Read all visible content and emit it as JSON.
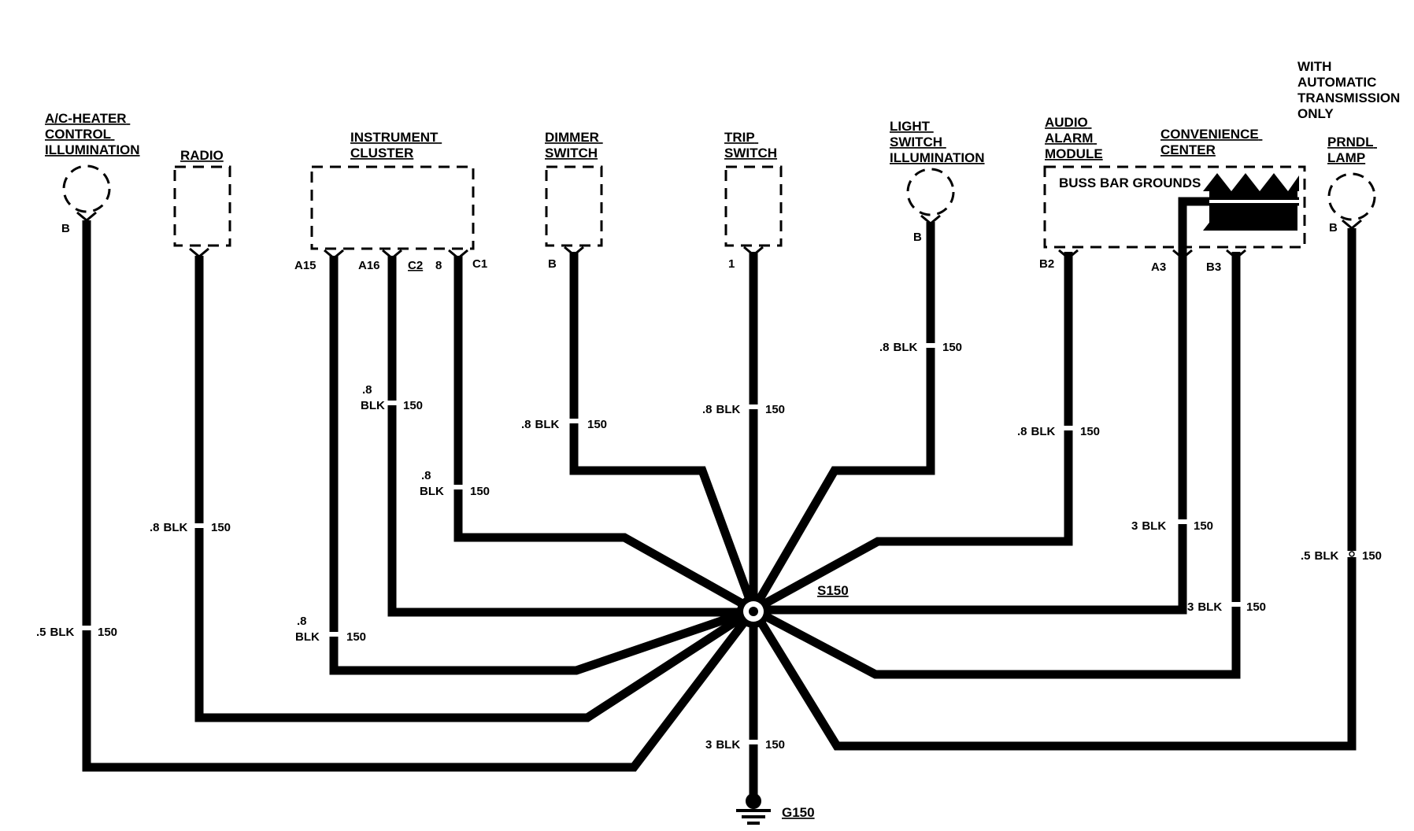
{
  "top_note": {
    "lines": [
      "WITH",
      "AUTOMATIC",
      "TRANSMISSION",
      "ONLY"
    ]
  },
  "components": [
    {
      "id": "ac_heater",
      "lines": [
        "A/C-HEATER",
        "CONTROL",
        "ILLUMINATION"
      ],
      "pins": [
        "B"
      ]
    },
    {
      "id": "radio",
      "lines": [
        "RADIO"
      ],
      "pins": []
    },
    {
      "id": "instrument_cluster",
      "lines": [
        "INSTRUMENT",
        "CLUSTER"
      ],
      "pins": [
        "A15",
        "A16",
        "C2",
        "8",
        "C1"
      ]
    },
    {
      "id": "dimmer_switch",
      "lines": [
        "DIMMER",
        "SWITCH"
      ],
      "pins": [
        "B"
      ]
    },
    {
      "id": "trip_switch",
      "lines": [
        "TRIP",
        "SWITCH"
      ],
      "pins": [
        "1"
      ]
    },
    {
      "id": "light_switch",
      "lines": [
        "LIGHT",
        "SWITCH",
        "ILLUMINATION"
      ],
      "pins": [
        "B"
      ]
    },
    {
      "id": "audio_alarm",
      "lines": [
        "AUDIO",
        "ALARM",
        "MODULE"
      ],
      "pins": [
        "B2"
      ]
    },
    {
      "id": "convenience_center",
      "lines": [
        "CONVENIENCE",
        "CENTER"
      ],
      "pins": [
        "A3",
        "B3"
      ],
      "inner_label": "BUSS BAR GROUNDS"
    },
    {
      "id": "prndl",
      "lines": [
        "PRNDL",
        "LAMP"
      ],
      "pins": [
        "B"
      ]
    }
  ],
  "wires": [
    {
      "id": "ac_heater",
      "size": ".5",
      "color": "BLK",
      "circuit": "150"
    },
    {
      "id": "radio",
      "size": ".8",
      "color": "BLK",
      "circuit": "150"
    },
    {
      "id": "a15",
      "size": ".8",
      "color": "BLK",
      "circuit": "150"
    },
    {
      "id": "a16",
      "size": ".8",
      "color": "BLK",
      "circuit": "150"
    },
    {
      "id": "c1",
      "size": ".8",
      "color": "BLK",
      "circuit": "150"
    },
    {
      "id": "dimmer",
      "size": ".8",
      "color": "BLK",
      "circuit": "150"
    },
    {
      "id": "trip",
      "size": ".8",
      "color": "BLK",
      "circuit": "150"
    },
    {
      "id": "light",
      "size": ".8",
      "color": "BLK",
      "circuit": "150"
    },
    {
      "id": "audio",
      "size": ".8",
      "color": "BLK",
      "circuit": "150"
    },
    {
      "id": "a3",
      "size": "3",
      "color": "BLK",
      "circuit": "150"
    },
    {
      "id": "b3",
      "size": "3",
      "color": "BLK",
      "circuit": "150"
    },
    {
      "id": "prndl",
      "size": ".5",
      "color": "BLK",
      "circuit": "150"
    },
    {
      "id": "ground",
      "size": "3",
      "color": "BLK",
      "circuit": "150"
    }
  ],
  "splice": {
    "label": "S150"
  },
  "ground": {
    "label": "G150"
  }
}
